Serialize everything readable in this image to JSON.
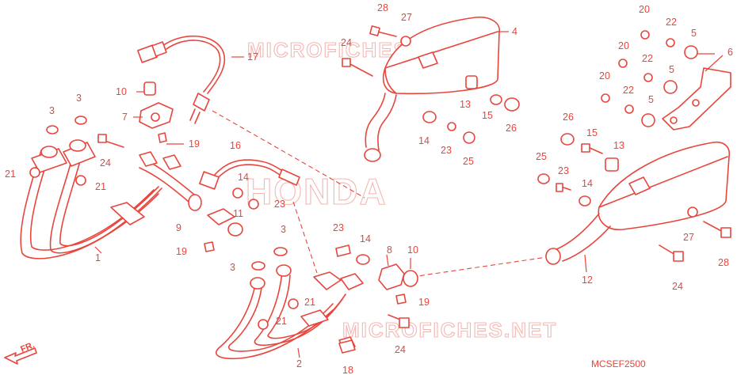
{
  "diagram": {
    "brand_watermark": "HONDA",
    "site_watermark": "MICROFICHES.NET",
    "diagram_code": "MCSEF2500",
    "direction_marker": "FR.",
    "colors": {
      "line": "#e8453c",
      "watermark": "#f3b7b2",
      "background": "#ffffff"
    },
    "callouts": [
      {
        "id": "c28a",
        "label": "28"
      },
      {
        "id": "c27a",
        "label": "27"
      },
      {
        "id": "c4",
        "label": "4"
      },
      {
        "id": "c24a",
        "label": "24"
      },
      {
        "id": "c17",
        "label": "17"
      },
      {
        "id": "c10a",
        "label": "10"
      },
      {
        "id": "c7",
        "label": "7"
      },
      {
        "id": "c3a",
        "label": "3"
      },
      {
        "id": "c3b",
        "label": "3"
      },
      {
        "id": "c24b",
        "label": "24"
      },
      {
        "id": "c19a",
        "label": "19"
      },
      {
        "id": "c21a",
        "label": "21"
      },
      {
        "id": "c21b",
        "label": "21"
      },
      {
        "id": "c1",
        "label": "1"
      },
      {
        "id": "c16",
        "label": "16"
      },
      {
        "id": "c14a",
        "label": "14"
      },
      {
        "id": "c11",
        "label": "11"
      },
      {
        "id": "c23a",
        "label": "23"
      },
      {
        "id": "c9",
        "label": "9"
      },
      {
        "id": "c19b",
        "label": "19"
      },
      {
        "id": "c13a",
        "label": "13"
      },
      {
        "id": "c15a",
        "label": "15"
      },
      {
        "id": "c26a",
        "label": "26"
      },
      {
        "id": "c14b",
        "label": "14"
      },
      {
        "id": "c23b",
        "label": "23"
      },
      {
        "id": "c25a",
        "label": "25"
      },
      {
        "id": "c20a",
        "label": "20"
      },
      {
        "id": "c22a",
        "label": "22"
      },
      {
        "id": "c5a",
        "label": "5"
      },
      {
        "id": "c20b",
        "label": "20"
      },
      {
        "id": "c22b",
        "label": "22"
      },
      {
        "id": "c5b",
        "label": "5"
      },
      {
        "id": "c6",
        "label": "6"
      },
      {
        "id": "c20c",
        "label": "20"
      },
      {
        "id": "c22c",
        "label": "22"
      },
      {
        "id": "c5c",
        "label": "5"
      },
      {
        "id": "c26b",
        "label": "26"
      },
      {
        "id": "c15b",
        "label": "15"
      },
      {
        "id": "c13b",
        "label": "13"
      },
      {
        "id": "c25b",
        "label": "25"
      },
      {
        "id": "c23c",
        "label": "23"
      },
      {
        "id": "c14c",
        "label": "14"
      },
      {
        "id": "c27b",
        "label": "27"
      },
      {
        "id": "c28b",
        "label": "28"
      },
      {
        "id": "c24c",
        "label": "24"
      },
      {
        "id": "c12",
        "label": "12"
      },
      {
        "id": "c3c",
        "label": "3"
      },
      {
        "id": "c3d",
        "label": "3"
      },
      {
        "id": "c23d",
        "label": "23"
      },
      {
        "id": "c14d",
        "label": "14"
      },
      {
        "id": "c8",
        "label": "8"
      },
      {
        "id": "c10b",
        "label": "10"
      },
      {
        "id": "c21c",
        "label": "21"
      },
      {
        "id": "c21d",
        "label": "21"
      },
      {
        "id": "c19c",
        "label": "19"
      },
      {
        "id": "c24d",
        "label": "24"
      },
      {
        "id": "c2",
        "label": "2"
      },
      {
        "id": "c18",
        "label": "18"
      }
    ]
  }
}
